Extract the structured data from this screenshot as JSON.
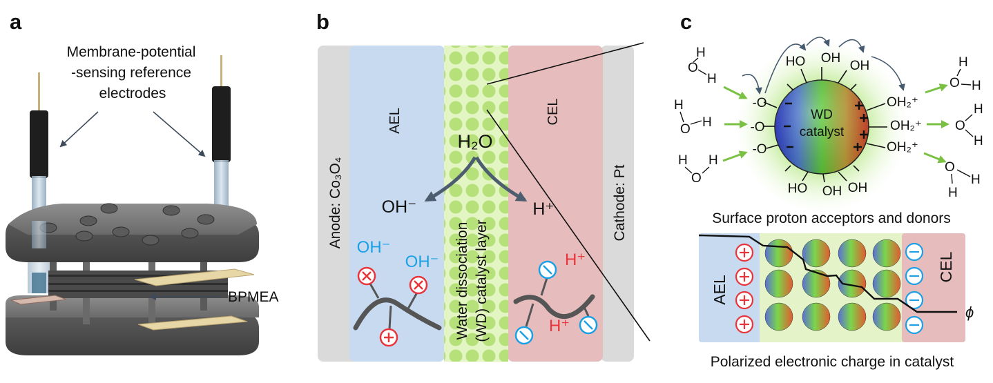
{
  "panels": {
    "a": {
      "label": "a",
      "electrodes_label": [
        "Membrane-potential",
        "-sensing reference",
        "electrodes"
      ],
      "bpmea_label": "BPMEA"
    },
    "b": {
      "label": "b",
      "anode_label": "Anode: Co₃O₄",
      "ael_label": "AEL",
      "cel_label": "CEL",
      "cathode_label": "Cathode: Pt",
      "wd_layer_label": [
        "Water dissociation",
        "(WD) catalyst layer"
      ],
      "water": "H₂O",
      "hydroxide": "OH⁻",
      "proton": "H⁺",
      "ael_ion_1": "OH⁻",
      "ael_ion_2": "OH⁻",
      "cel_ion_1": "H⁺",
      "cel_ion_2": "H⁺"
    },
    "c": {
      "label": "c",
      "catalyst_label": [
        "WD",
        "catalyst"
      ],
      "surface_caption": "Surface proton acceptors and donors",
      "polarized_caption": "Polarized electronic charge in catalyst",
      "ael_label": "AEL",
      "cel_label": "CEL",
      "phi_symbol": "ϕ",
      "acceptor_group": "-O",
      "neutral_group": "HO",
      "neutral_group_alt": "OH",
      "donor_group": "OH₂⁺"
    }
  },
  "colors": {
    "ael_blue": "#c7daf0",
    "cel_pink": "#e6bcbc",
    "catalyst_green": "#c9ec97",
    "electrode_gray": "#dadada",
    "ion_blue": "#1ba0e6",
    "ion_red": "#e8343a",
    "arrow_green": "#7ac143",
    "arrow_slate": "#455a6e"
  }
}
